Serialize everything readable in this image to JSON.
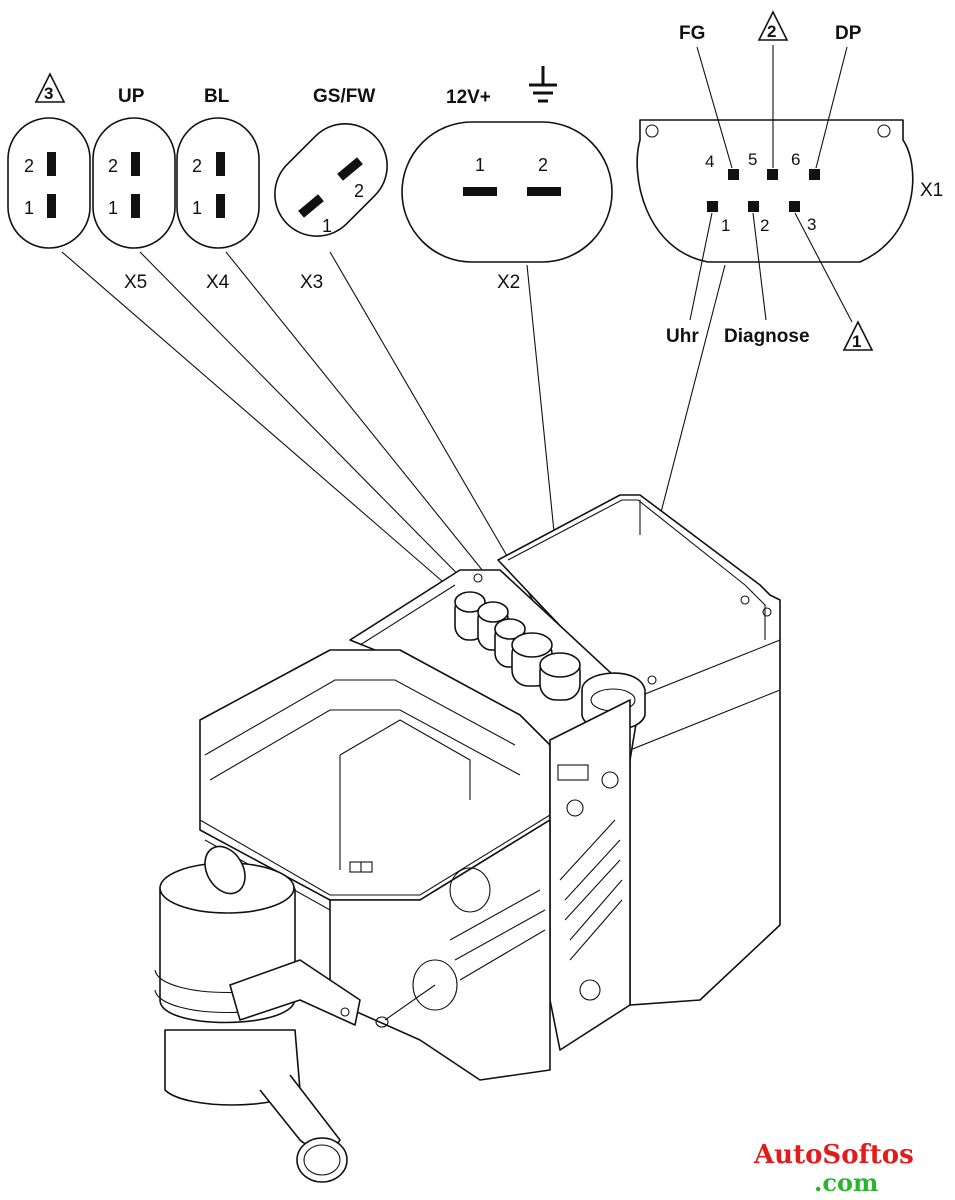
{
  "connectors": {
    "x5": {
      "id": "X5",
      "header": "3",
      "pin_top": "2",
      "pin_bottom": "1"
    },
    "x4a": {
      "id": "",
      "header": "UP",
      "pin_top": "2",
      "pin_bottom": "1"
    },
    "x4": {
      "id": "X4",
      "header": "BL",
      "pin_top": "2",
      "pin_bottom": "1"
    },
    "x3": {
      "id": "X3",
      "header": "GS/FW",
      "pin_a": "2",
      "pin_b": "1"
    },
    "x2": {
      "id": "X2",
      "header": "12V+",
      "pin_a": "1",
      "pin_b": "2"
    },
    "x1": {
      "id": "X1",
      "top_labels": {
        "fg": "FG",
        "warn2": "2",
        "dp": "DP"
      },
      "pins": {
        "p1": "1",
        "p2": "2",
        "p3": "3",
        "p4": "4",
        "p5": "5",
        "p6": "6"
      },
      "bottom_labels": {
        "uhr": "Uhr",
        "diagnose": "Diagnose",
        "warn1": "1"
      }
    }
  },
  "watermark": {
    "line1": "AutoSoftos",
    "line2": ".com",
    "color1": "#e21b1b",
    "color2": "#2cb52c"
  }
}
